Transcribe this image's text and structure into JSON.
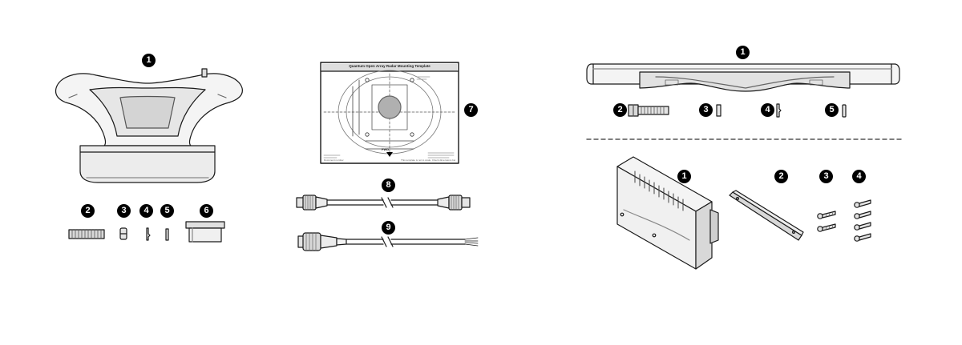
{
  "callouts": {
    "pedestal": "1",
    "ped_bolt": "2",
    "ped_part3": "3",
    "ped_part4": "4",
    "ped_part5": "5",
    "ped_cap": "6",
    "template": "7",
    "cable_a": "8",
    "cable_b": "9",
    "antenna": "1",
    "ant_bolt": "2",
    "ant_part3": "3",
    "ant_part4": "4",
    "ant_part5": "5",
    "box": "1",
    "bracket": "2",
    "box_screws3": "3",
    "box_screws4": "4"
  },
  "template": {
    "title": "Quantum Open Array Radar Mounting Template",
    "arrow_label": "FWD",
    "footer_left": "Document number",
    "footer_right": "This template is not to scale. Check dimensions before drilling."
  },
  "colors": {
    "line": "#1a1a1a",
    "shade": "#dcdcdc",
    "light": "#f2f2f2",
    "grey_circle": "#b0b0b0",
    "divider": "#555555"
  }
}
